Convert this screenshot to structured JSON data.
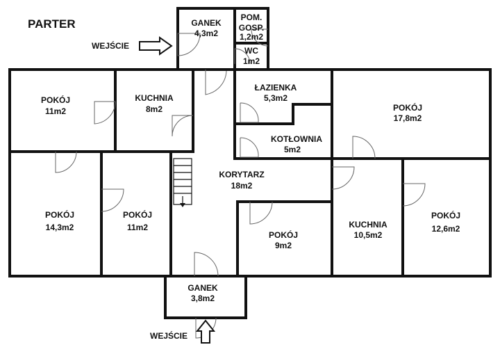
{
  "title": "PARTER",
  "entrances": {
    "top": "WEJŚCIE",
    "bottom": "WEJŚCIE"
  },
  "rooms": {
    "ganek_top": {
      "name": "GANEK",
      "area": "4,3m2"
    },
    "pom_gosp": {
      "name1": "POM.",
      "name2": "GOSP.",
      "area": "1,2m2"
    },
    "wc": {
      "name": "WC",
      "area": "1m2"
    },
    "pokoj_nw": {
      "name": "POKÓJ",
      "area": "11m2"
    },
    "kuchnia_n": {
      "name": "KUCHNIA",
      "area": "8m2"
    },
    "lazienka": {
      "name": "ŁAZIENKA",
      "area": "5,3m2"
    },
    "kotlownia": {
      "name": "KOTŁOWNIA",
      "area": "5m2"
    },
    "pokoj_ne": {
      "name": "POKÓJ",
      "area": "17,8m2"
    },
    "pokoj_sw": {
      "name": "POKÓJ",
      "area": "14,3m2"
    },
    "pokoj_sw2": {
      "name": "POKÓJ",
      "area": "11m2"
    },
    "korytarz": {
      "name": "KORYTARZ",
      "area": "18m2"
    },
    "pokoj_s": {
      "name": "POKÓJ",
      "area": "9m2"
    },
    "kuchnia_s": {
      "name": "KUCHNIA",
      "area": "10,5m2"
    },
    "pokoj_se": {
      "name": "POKÓJ",
      "area": "12,6m2"
    },
    "ganek_bottom": {
      "name": "GANEK",
      "area": "3,8m2"
    }
  }
}
